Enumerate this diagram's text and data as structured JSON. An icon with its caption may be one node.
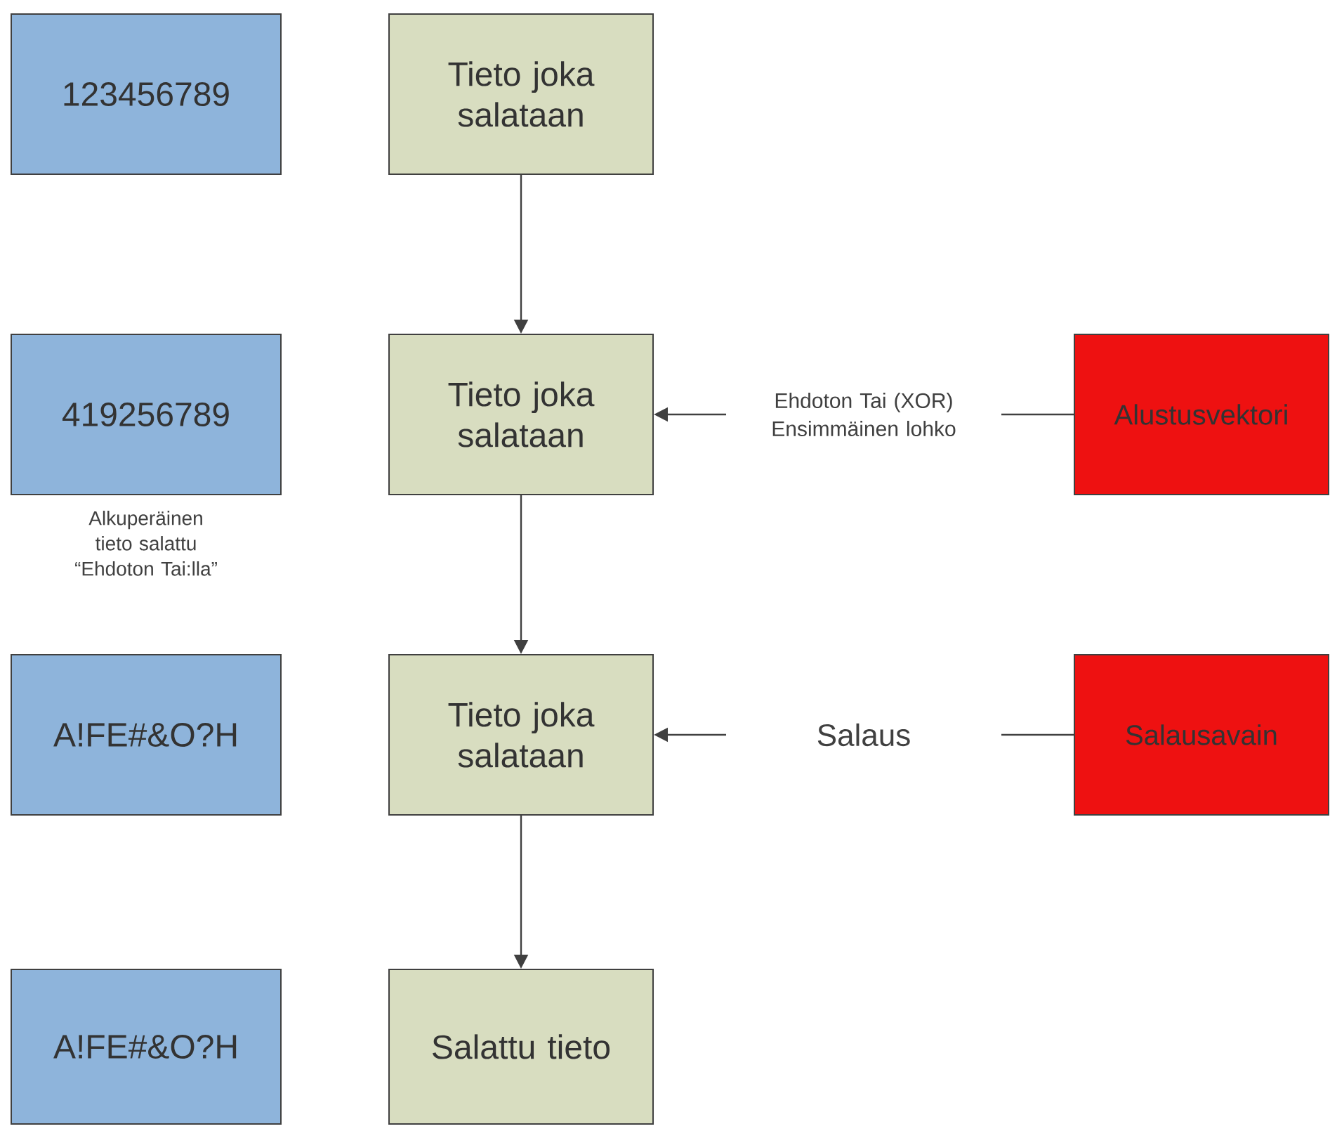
{
  "diagram": {
    "nodes": [
      {
        "text": [
          "123456789"
        ]
      },
      {
        "text": [
          "Tieto joka salataan"
        ]
      },
      {
        "text": [
          "419256789"
        ],
        "beside": [
          "Alkuperäinen tieto salattu “Ehdoton Tai:lla”"
        ]
      },
      {
        "text": [
          "Tieto joka salataan"
        ]
      },
      {
        "text": [
          "Alustusvektori"
        ]
      },
      {
        "text": [
          "A!FE#&O?H"
        ]
      },
      {
        "text": [
          "Tieto joka salataan"
        ]
      },
      {
        "text": [
          "Salausavain"
        ]
      },
      {
        "text": [
          "A!FE#&O?H"
        ]
      },
      {
        "text": [
          "Salattu tieto"
        ]
      }
    ],
    "edges": [
      {
        "from": 1,
        "to": 3,
        "arrow": "to"
      },
      {
        "from": 4,
        "to": 3,
        "arrow": "to",
        "label": "Ehdoton Tai (XOR) Ensimmäinen lohko"
      },
      {
        "from": 3,
        "to": 6,
        "arrow": "to"
      },
      {
        "from": 7,
        "to": 6,
        "arrow": "to",
        "label": "Salaus"
      },
      {
        "from": 6,
        "to": 9,
        "arrow": "to"
      }
    ]
  }
}
